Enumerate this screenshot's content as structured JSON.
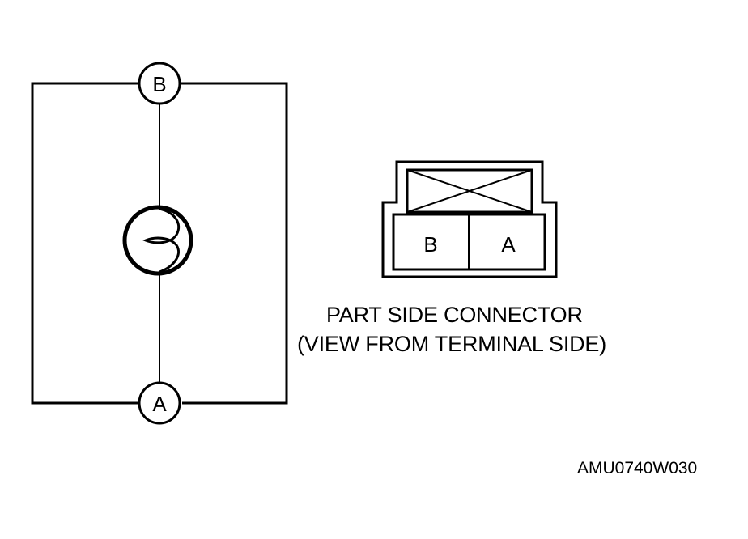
{
  "schematic": {
    "terminal_top": "B",
    "terminal_bottom": "A"
  },
  "connector": {
    "pin_left": "B",
    "pin_right": "A",
    "caption_line1": "PART SIDE CONNECTOR",
    "caption_line2": "(VIEW FROM TERMINAL SIDE)"
  },
  "figure_code": "AMU0740W030",
  "colors": {
    "line": "#000000",
    "background": "#ffffff"
  }
}
